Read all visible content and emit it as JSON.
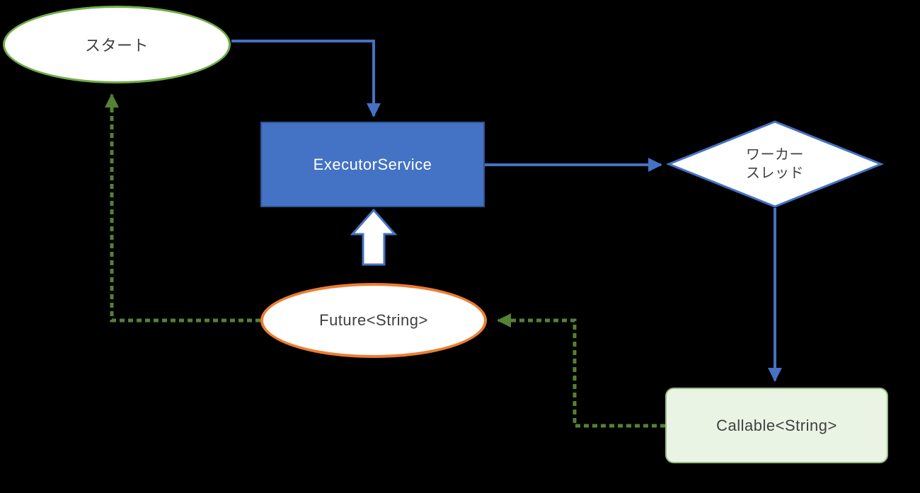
{
  "colors": {
    "background": "#000000",
    "blue": "#4472C4",
    "blue_dark": "#2F5597",
    "green": "#70AD47",
    "dashed_green": "#548235",
    "orange": "#ED7D31",
    "callable_fill": "#E9F4E4",
    "callable_border": "#9BBB84",
    "text_dark": "#404040",
    "text_light": "#FFFFFF"
  },
  "nodes": {
    "start": {
      "label": "スタート",
      "shape": "ellipse"
    },
    "executor": {
      "label": "ExecutorService",
      "shape": "rectangle"
    },
    "worker": {
      "label_line1": "ワーカー",
      "label_line2": "スレッド",
      "shape": "diamond"
    },
    "future": {
      "label": "Future<String>",
      "shape": "ellipse"
    },
    "callable": {
      "label": "Callable<String>",
      "shape": "rounded-rectangle"
    }
  },
  "edges": [
    {
      "from": "start",
      "to": "executor",
      "style": "solid",
      "color": "blue"
    },
    {
      "from": "executor",
      "to": "worker",
      "style": "solid",
      "color": "blue"
    },
    {
      "from": "worker",
      "to": "callable",
      "style": "solid",
      "color": "blue"
    },
    {
      "from": "future",
      "to": "executor",
      "style": "block-arrow",
      "color": "blue-outline-white-fill"
    },
    {
      "from": "callable",
      "to": "future",
      "style": "dashed",
      "color": "green"
    },
    {
      "from": "future",
      "to": "start",
      "style": "dashed",
      "color": "green"
    }
  ]
}
